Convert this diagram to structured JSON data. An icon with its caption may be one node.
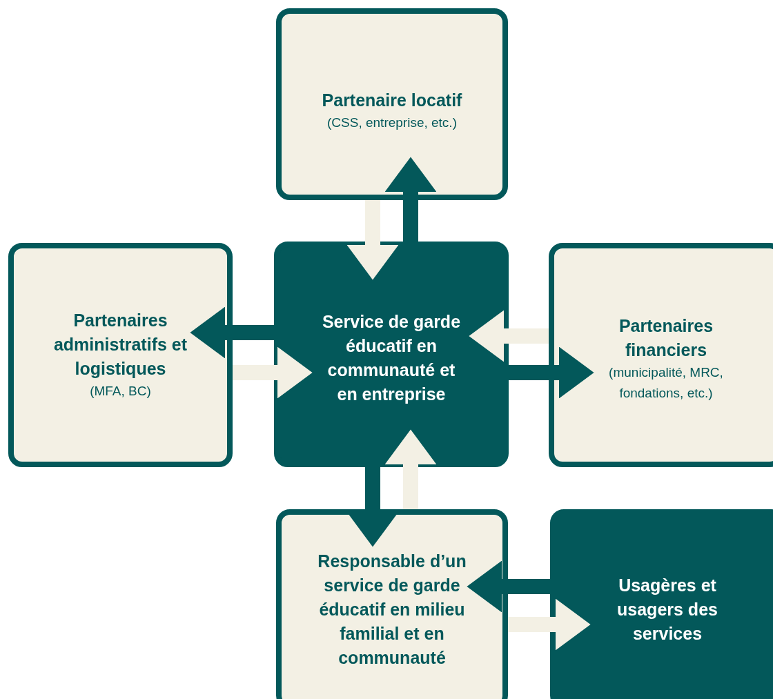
{
  "diagram": {
    "nodes": [
      {
        "text": [
          "Partenaire locatif",
          "(CSS, entreprise, etc.)"
        ]
      },
      {
        "text": [
          "Partenaires administratifs et logistiques",
          "(MFA, BC)"
        ]
      },
      {
        "text": [
          "Service de garde éducatif en communauté et en entreprise"
        ]
      },
      {
        "text": [
          "Partenaires financiers",
          "(municipalité, MRC, fondations, etc.)"
        ]
      },
      {
        "text": [
          "Responsable d’un service de garde éducatif en milieu familial et en communauté"
        ]
      },
      {
        "text": [
          "Usagères et usagers des services"
        ]
      }
    ],
    "edges": [
      {
        "from": 0,
        "to": 2,
        "arrow": "to",
        "color": "#f3f0e4"
      },
      {
        "from": 2,
        "to": 0,
        "arrow": "to",
        "color": "#03585a"
      },
      {
        "from": 2,
        "to": 1,
        "arrow": "to",
        "color": "#03585a"
      },
      {
        "from": 1,
        "to": 2,
        "arrow": "to",
        "color": "#f3f0e4"
      },
      {
        "from": 3,
        "to": 2,
        "arrow": "to",
        "color": "#f3f0e4"
      },
      {
        "from": 2,
        "to": 3,
        "arrow": "to",
        "color": "#03585a"
      },
      {
        "from": 2,
        "to": 4,
        "arrow": "to",
        "color": "#03585a"
      },
      {
        "from": 4,
        "to": 2,
        "arrow": "to",
        "color": "#f3f0e4"
      },
      {
        "from": 5,
        "to": 4,
        "arrow": "to",
        "color": "#03585a"
      },
      {
        "from": 4,
        "to": 5,
        "arrow": "to",
        "color": "#f3f0e4"
      }
    ]
  }
}
